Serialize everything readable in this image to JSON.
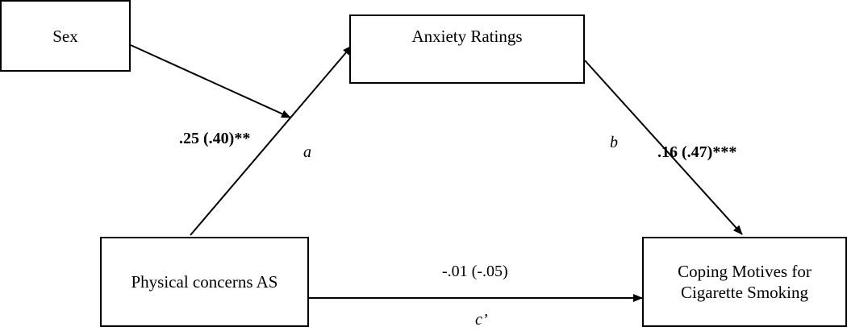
{
  "nodes": {
    "sex": "Sex",
    "anxiety": "Anxiety Ratings",
    "physical": "Physical concerns AS",
    "coping_line1": "Coping Motives for",
    "coping_line2": "Cigarette Smoking"
  },
  "paths": {
    "a_coef": ".25 (.40)**",
    "a_label": "a",
    "b_coef": ".16 (.47)***",
    "b_label": "b",
    "c_coef": "-.01 (-.05)",
    "c_label": "c’"
  }
}
